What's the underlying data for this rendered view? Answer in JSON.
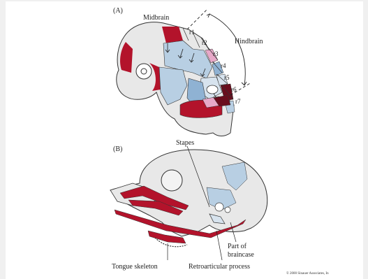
{
  "panels": {
    "a": {
      "label": "(A)",
      "midbrain": "Midbrain",
      "hindbrain": "Hindbrain",
      "rhombomeres": [
        "r1",
        "r2",
        "r3",
        "r4",
        "r5",
        "r6",
        "r7"
      ]
    },
    "b": {
      "label": "(B)",
      "stapes": "Stapes",
      "part_of_braincase": [
        "Part of",
        "braincase"
      ],
      "tongue_skeleton": "Tongue skeleton",
      "retroarticular_process": "Retroarticular process"
    }
  },
  "copyright": "© 2000 Sinauer Associates, In",
  "colors": {
    "background": "#f0f0f0",
    "white_panel": "#ffffff",
    "tissue": "#e8e8e8",
    "dark_red": "#b3132b",
    "light_blue": "#b8cfe3",
    "pink": "#e7a8c8",
    "dark_maroon": "#6a0d1d"
  }
}
